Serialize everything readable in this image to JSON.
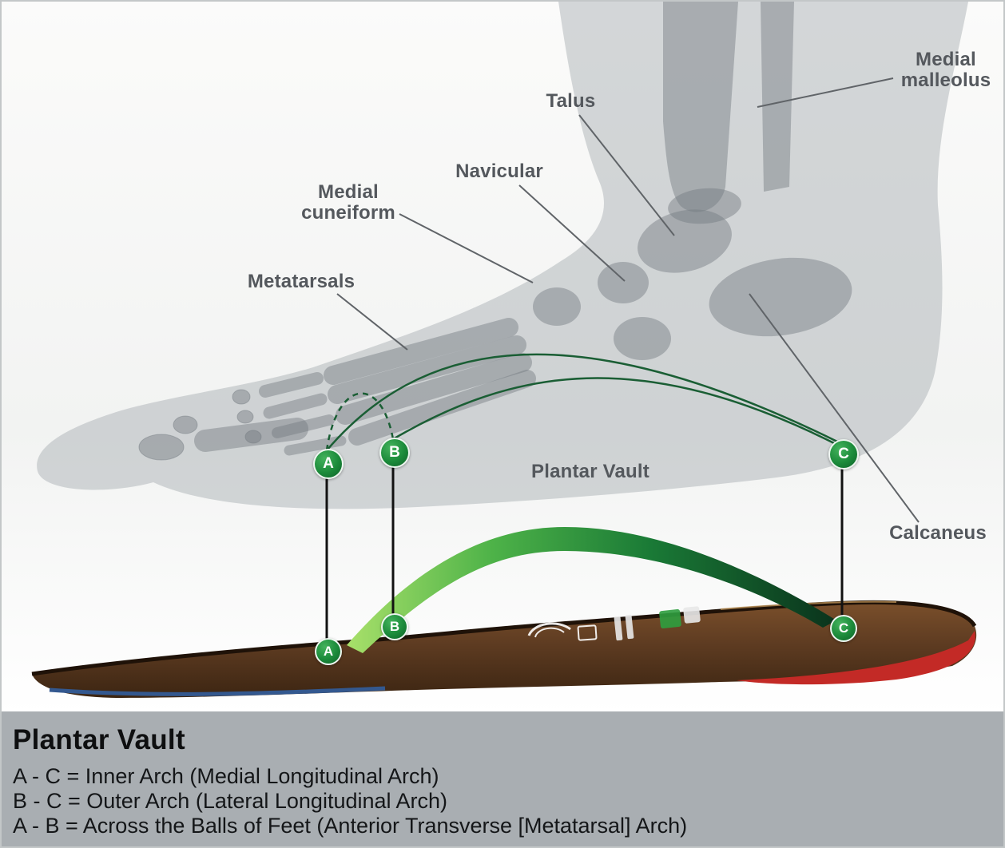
{
  "diagram": {
    "labels": {
      "medial_malleolus": "Medial\nmalleolus",
      "talus": "Talus",
      "navicular": "Navicular",
      "medial_cuneiform": "Medial\ncuneiform",
      "metatarsals": "Metatarsals",
      "plantar_vault": "Plantar Vault",
      "calcaneus": "Calcaneus"
    },
    "markers": {
      "a": "A",
      "b": "B",
      "c": "C"
    }
  },
  "legend": {
    "title": "Plantar Vault",
    "lines": [
      "A - C = Inner Arch (Medial Longitudinal Arch)",
      "B - C = Outer Arch (Lateral Longitudinal Arch)",
      "A - B = Across the Balls of Feet (Anterior Transverse [Metatarsal] Arch)"
    ]
  },
  "colors": {
    "marker_green": "#1b8a3a",
    "arch_green_light": "#9bd95f",
    "arch_green_dark": "#0a331c",
    "insole_brown": "#5d3b21",
    "heel_red": "#c32a26",
    "sole_blue": "#33588f",
    "legend_background": "#a9aeb2",
    "label_gray": "#54585d"
  }
}
